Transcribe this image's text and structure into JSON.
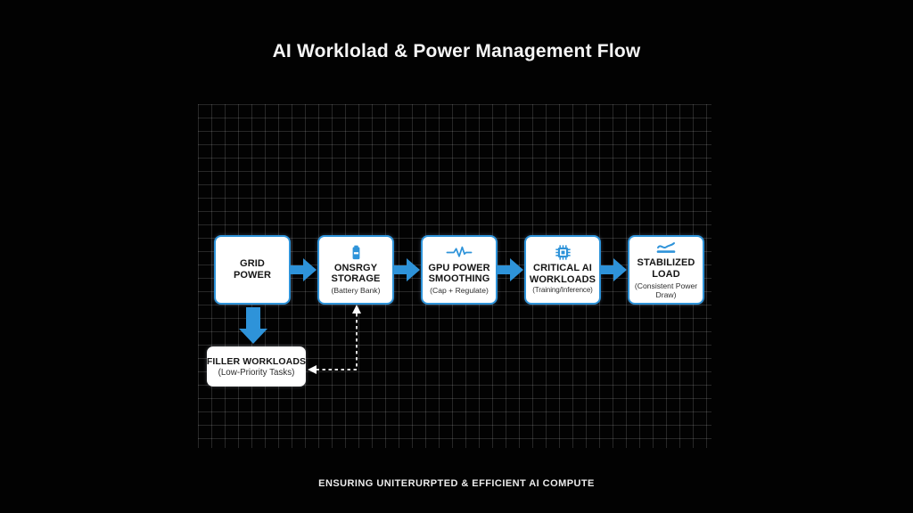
{
  "header": {
    "title": "AI Worklolad & Power Management Flow"
  },
  "footer": {
    "text": "ENSURING UNITERURPTED & EFFICIENT AI COMPUTE"
  },
  "colors": {
    "background": "#020202",
    "accent_blue": "#2E93D9",
    "node_fill": "#FFFFFF",
    "node_border": "#2E93D9",
    "grid_line": "#2B2B2B",
    "connector_dashed": "#FFFFFF",
    "text_dark": "#151515",
    "text_light": "#F5F5F5"
  },
  "flow": {
    "nodes": [
      {
        "id": "grid-power",
        "icon": "none",
        "title": "GRID POWER",
        "subtitle": ""
      },
      {
        "id": "onsrgy-storage",
        "icon": "battery-icon",
        "title": "ONSRGY STORAGE",
        "subtitle": "(Battery Bank)"
      },
      {
        "id": "gpu-power-smoothing",
        "icon": "waveform-icon",
        "title": "GPU POWER SMOOTHING",
        "subtitle": "(Cap + Regulate)"
      },
      {
        "id": "critical-ai-workloads",
        "icon": "chip-icon",
        "title": "CRITICAL AI WORKLOADS",
        "subtitle": "(Training/Inference)"
      },
      {
        "id": "stabilized-load",
        "icon": "trend-icon",
        "title": "STABILIZED LOAD",
        "subtitle": "(Consistent Power Draw)"
      }
    ],
    "branch": {
      "id": "filler-workloads",
      "title": "FILLER WORKLOADS",
      "subtitle": "(Low-Priority Tasks)"
    },
    "connections": [
      {
        "from": "grid-power",
        "to": "onsrgy-storage",
        "style": "solid-blue-arrow"
      },
      {
        "from": "onsrgy-storage",
        "to": "gpu-power-smoothing",
        "style": "solid-blue-arrow"
      },
      {
        "from": "gpu-power-smoothing",
        "to": "critical-ai-workloads",
        "style": "solid-blue-arrow"
      },
      {
        "from": "critical-ai-workloads",
        "to": "stabilized-load",
        "style": "solid-blue-arrow"
      },
      {
        "from": "grid-power",
        "to": "filler-workloads",
        "style": "solid-blue-arrow-down"
      },
      {
        "from": "filler-workloads",
        "to": "onsrgy-storage",
        "style": "dashed-white-double-arrow"
      }
    ]
  }
}
